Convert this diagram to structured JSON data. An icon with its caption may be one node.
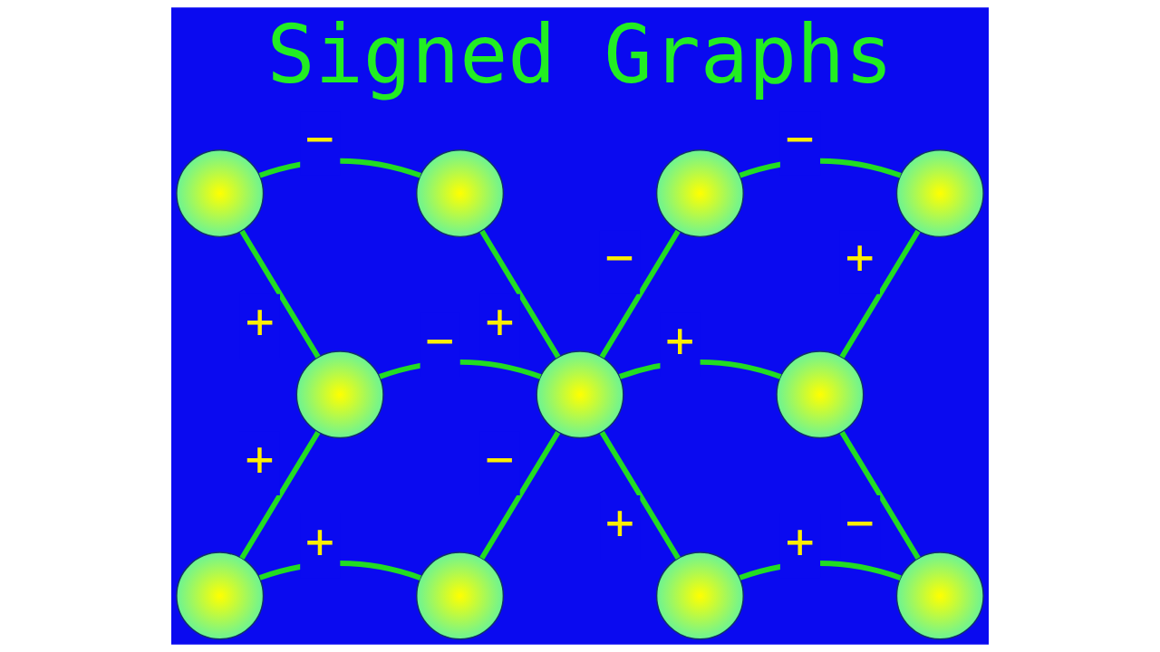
{
  "diagram": {
    "title": "Signed Graphs",
    "nodes": [
      {
        "text": [],
        "shape": "circle"
      },
      {
        "text": [],
        "shape": "circle"
      },
      {
        "text": [],
        "shape": "circle"
      },
      {
        "text": [],
        "shape": "circle"
      },
      {
        "text": [],
        "shape": "circle"
      },
      {
        "text": [],
        "shape": "circle"
      },
      {
        "text": [],
        "shape": "circle"
      },
      {
        "text": [],
        "shape": "circle"
      },
      {
        "text": [],
        "shape": "circle"
      },
      {
        "text": [],
        "shape": "circle"
      },
      {
        "text": [],
        "shape": "circle"
      }
    ],
    "edges": [
      {
        "from": 0,
        "to": 1,
        "arrow": "none",
        "label": "−"
      },
      {
        "from": 0,
        "to": 4,
        "arrow": "none",
        "label": "+"
      },
      {
        "from": 1,
        "to": 5,
        "arrow": "none",
        "label": "+"
      },
      {
        "from": 2,
        "to": 3,
        "arrow": "none",
        "label": "−"
      },
      {
        "from": 2,
        "to": 5,
        "arrow": "none",
        "label": "−"
      },
      {
        "from": 3,
        "to": 6,
        "arrow": "none",
        "label": "+"
      },
      {
        "from": 4,
        "to": 5,
        "arrow": "none",
        "label": "−"
      },
      {
        "from": 5,
        "to": 6,
        "arrow": "none",
        "label": "+"
      },
      {
        "from": 4,
        "to": 7,
        "arrow": "none",
        "label": "+"
      },
      {
        "from": 7,
        "to": 8,
        "arrow": "none",
        "label": "+"
      },
      {
        "from": 5,
        "to": 8,
        "arrow": "none",
        "label": "−"
      },
      {
        "from": 5,
        "to": 9,
        "arrow": "none",
        "label": "+"
      },
      {
        "from": 6,
        "to": 10,
        "arrow": "none",
        "label": "−"
      },
      {
        "from": 9,
        "to": 10,
        "arrow": "none",
        "label": "+"
      }
    ]
  }
}
